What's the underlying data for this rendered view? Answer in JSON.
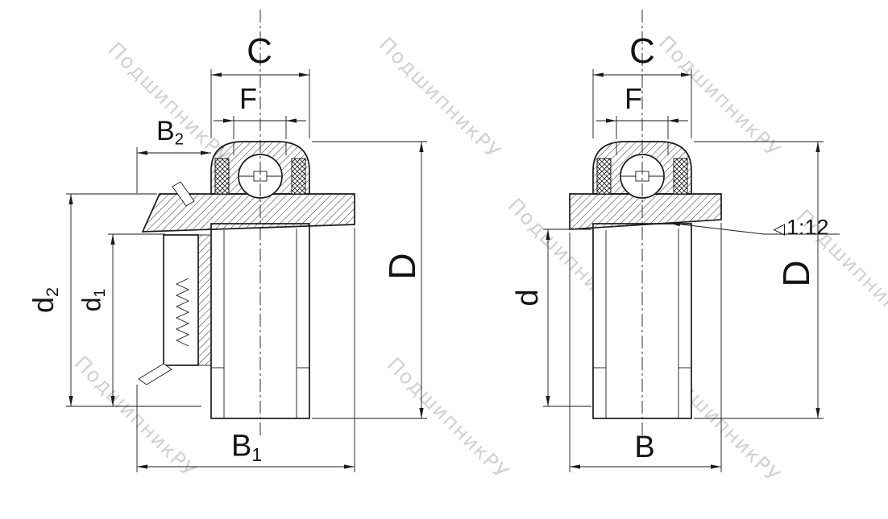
{
  "watermark": {
    "text": "ПодшипникРУ"
  },
  "dimension_labels": {
    "left": {
      "c": "C",
      "f": "F",
      "b2_main": "B",
      "b2_sub": "2",
      "d2_main": "d",
      "d2_sub": "2",
      "d1_main": "d",
      "d1_sub": "1",
      "outer_diameter": "D",
      "b1_main": "B",
      "b1_sub": "1"
    },
    "right": {
      "c": "C",
      "f": "F",
      "bore_diameter": "d",
      "outer_diameter": "D",
      "width": "B",
      "taper_symbol": "◁",
      "taper_value": "1:12"
    }
  }
}
